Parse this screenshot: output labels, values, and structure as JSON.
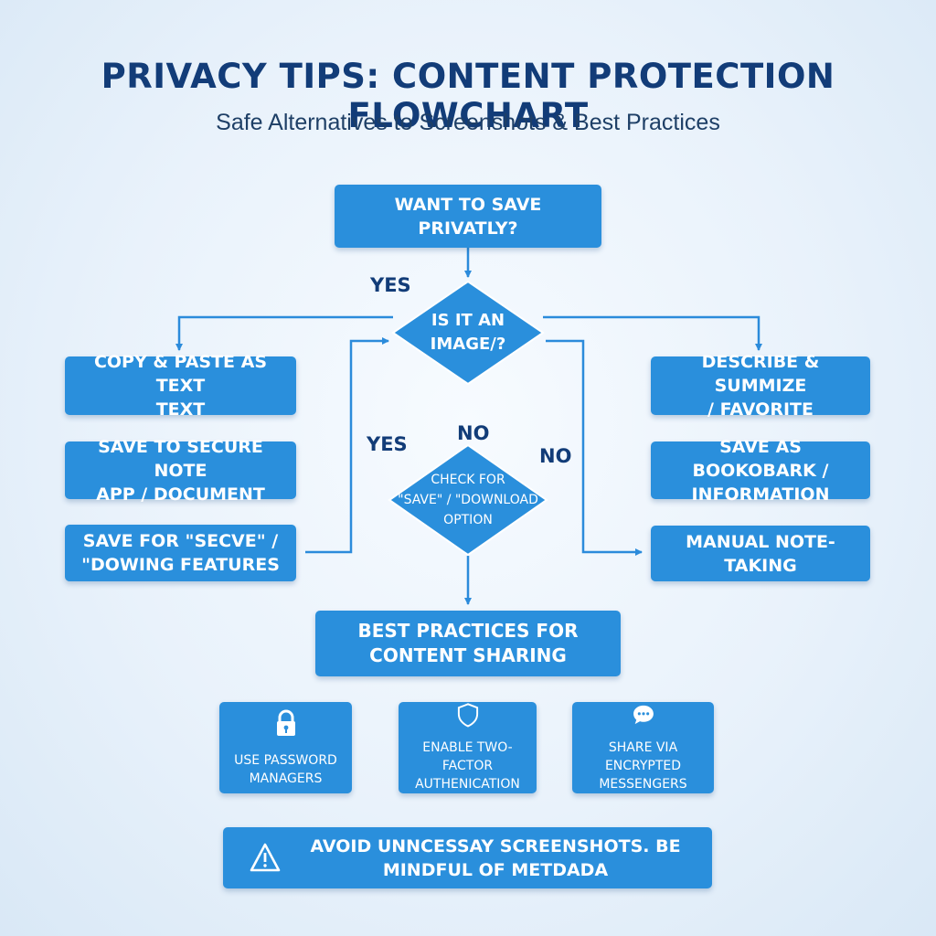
{
  "header": {
    "title": "PRIVACY TIPS: CONTENT PROTECTION FLOWCHART",
    "subtitle": "Safe Alternatives to Screenshots & Best Practices"
  },
  "flow": {
    "start": "WANT TO SAVE\nPRIVATLY?",
    "decision_image": "IS IT AN\nIMAGE/?",
    "decision_save": "CHECK FOR\n\"SAVE\" / \"DOWNLOAD\nOPTION",
    "labels": {
      "yes_top": "YES",
      "yes_left": "YES",
      "no_center": "NO",
      "no_right": "NO"
    },
    "left_options": [
      "COPY & PASTE AS TEXT\nTEXT",
      "SAVE TO SECURE NOTE\nAPP / DOCUMENT",
      "SAVE FOR \"SECVE\" /\n\"DOWING FEATURES"
    ],
    "right_options": [
      "DESCRIBE & SUMMIZE\n/ FAVORITE",
      "SAVE AS BOOKOBARK /\nINFORMATION",
      "MANUAL NOTE-TAKING"
    ],
    "best_practices": "BEST PRACTICES FOR\nCONTENT SHARING"
  },
  "tips": [
    {
      "icon": "lock-icon",
      "text": "USE PASSWORD\nMANAGERS"
    },
    {
      "icon": "shield-icon",
      "text": "ENABLE TWO-FACTOR\nAUTHENICATION"
    },
    {
      "icon": "chat-bubble-icon",
      "text": "SHARE VIA ENCRYPTED\nMESSENGERS"
    }
  ],
  "warning": {
    "icon": "warning-icon",
    "text": "AVOID UNNCESSAY SCREENSHOTS. BE\nMINDFUL OF METDADA"
  },
  "colors": {
    "box_fill": "#2a8fdc",
    "connector": "#2b8bdb",
    "title": "#123c78"
  }
}
